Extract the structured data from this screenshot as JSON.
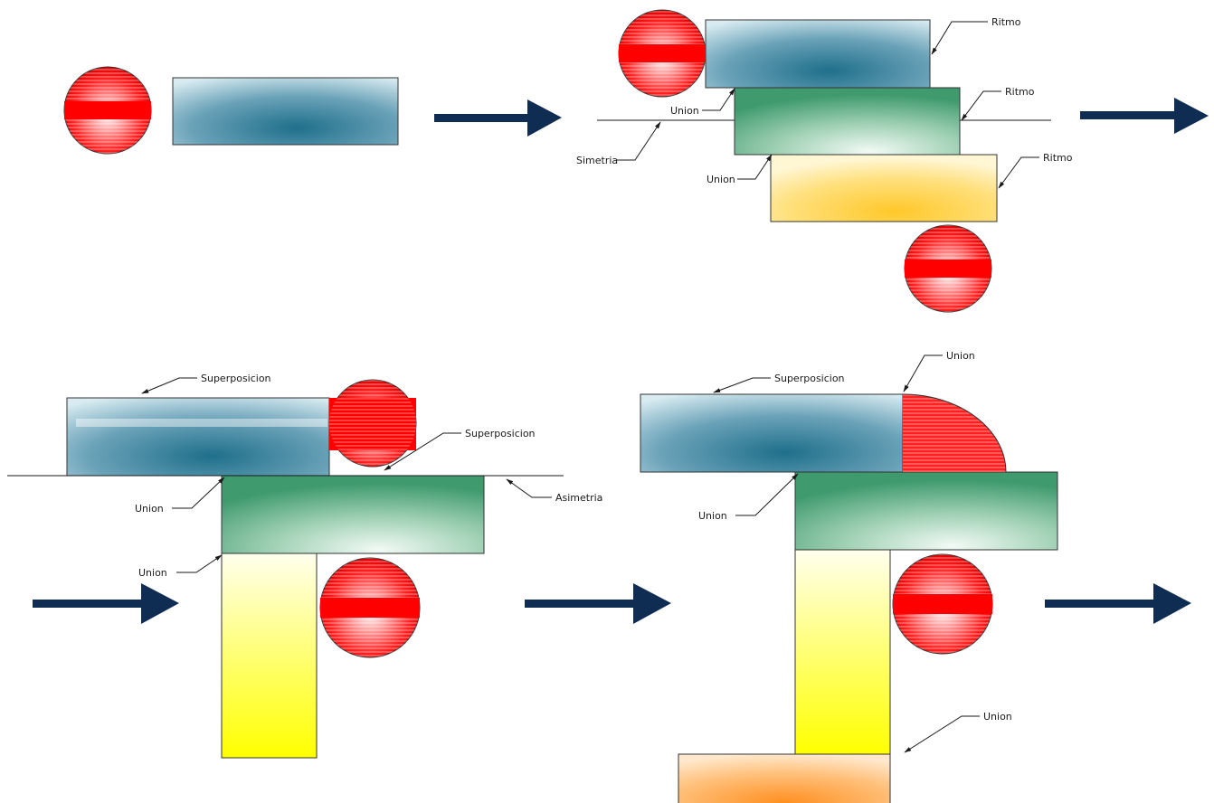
{
  "labels": {
    "ritmo_1": "Ritmo",
    "ritmo_2": "Ritmo",
    "ritmo_3": "Ritmo",
    "union_p2_1": "Union",
    "union_p2_2": "Union",
    "simetria": "Simetria",
    "superposicion_p3_1": "Superposicion",
    "superposicion_p3_2": "Superposicion",
    "union_p3_1": "Union",
    "union_p3_2": "Union",
    "asimetria": "Asimetria",
    "superposicion_p4": "Superposicion",
    "union_p4_top": "Union",
    "union_p4_left": "Union",
    "union_p4_bottom": "Union"
  },
  "colors": {
    "arrow": "#0f2d52",
    "sphere_red": "#ff0000",
    "blue_block": "#1f6f8b",
    "green_block": "#3f9a6e",
    "yellow_block": "#ffff00",
    "gold_block": "#ffc82a",
    "orange_block": "#ff9a30"
  }
}
